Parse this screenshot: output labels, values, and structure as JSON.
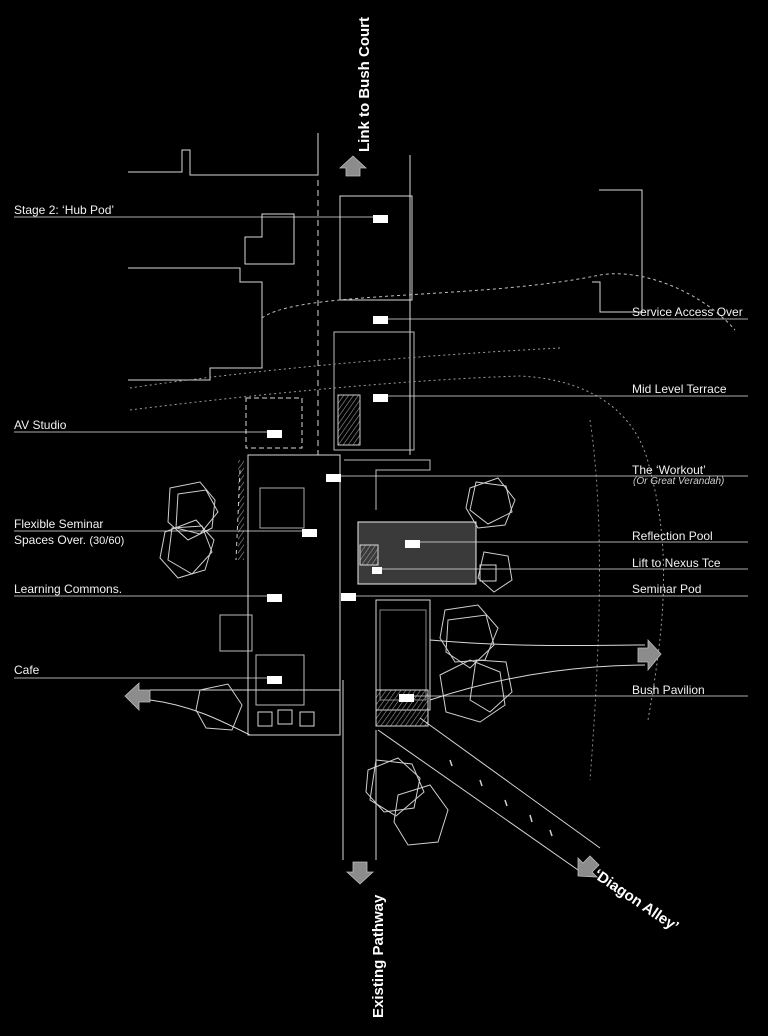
{
  "diagram": {
    "background": "#000000",
    "ink": "#ffffff",
    "callouts_left": [
      {
        "id": "stage2",
        "text": "Stage 2: ‘Hub Pod’"
      },
      {
        "id": "avstudio",
        "text": "AV Studio"
      },
      {
        "id": "flex1",
        "text": "Flexible Seminar"
      },
      {
        "id": "flex2",
        "text": "Spaces Over.",
        "sub": "(30/60)"
      },
      {
        "id": "commons",
        "text": "Learning Commons."
      },
      {
        "id": "cafe",
        "text": "Cafe"
      }
    ],
    "callouts_right": [
      {
        "id": "service",
        "text": "Service Access Over"
      },
      {
        "id": "midterrace",
        "text": "Mid Level Terrace"
      },
      {
        "id": "workout",
        "text": "The ‘Workout’",
        "sub": "(Or Great Verandah)"
      },
      {
        "id": "pool",
        "text": "Reflection Pool"
      },
      {
        "id": "lift",
        "text": "Lift to Nexus Tce"
      },
      {
        "id": "seminarpod",
        "text": "Seminar Pod"
      },
      {
        "id": "bushpavilion",
        "text": "Bush Pavilion"
      }
    ],
    "arrows": [
      {
        "id": "link",
        "text": "Link to Bush Court",
        "icon": "arrow-up-icon"
      },
      {
        "id": "existing",
        "text": "Existing Pathway",
        "icon": "arrow-down-icon"
      },
      {
        "id": "diagon",
        "text": "‘Diagon Alley’",
        "icon": "arrow-diagonal-icon"
      }
    ]
  }
}
